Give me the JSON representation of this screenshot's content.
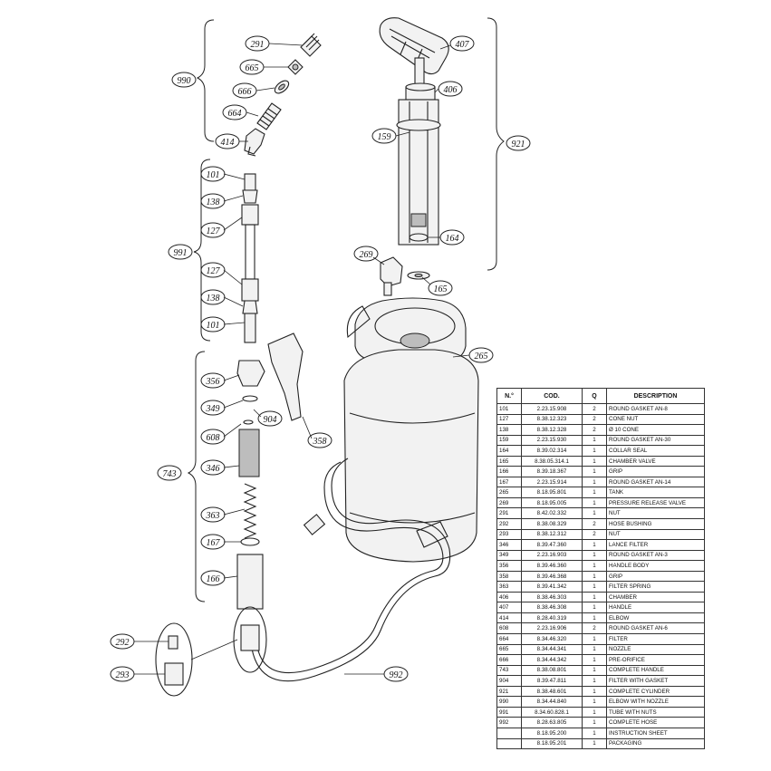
{
  "diagram": {
    "callouts": [
      {
        "label": "291"
      },
      {
        "label": "665"
      },
      {
        "label": "666"
      },
      {
        "label": "664"
      },
      {
        "label": "414"
      },
      {
        "label": "990"
      },
      {
        "label": "407"
      },
      {
        "label": "406"
      },
      {
        "label": "159"
      },
      {
        "label": "921"
      },
      {
        "label": "164"
      },
      {
        "label": "269"
      },
      {
        "label": "165"
      },
      {
        "label": "101"
      },
      {
        "label": "138"
      },
      {
        "label": "127"
      },
      {
        "label": "991"
      },
      {
        "label": "127"
      },
      {
        "label": "138"
      },
      {
        "label": "101"
      },
      {
        "label": "265"
      },
      {
        "label": "356"
      },
      {
        "label": "349"
      },
      {
        "label": "904"
      },
      {
        "label": "608"
      },
      {
        "label": "358"
      },
      {
        "label": "346"
      },
      {
        "label": "743"
      },
      {
        "label": "363"
      },
      {
        "label": "167"
      },
      {
        "label": "166"
      },
      {
        "label": "292"
      },
      {
        "label": "293"
      },
      {
        "label": "992"
      }
    ]
  },
  "table": {
    "headers": {
      "no": "N.°",
      "cod": "COD.",
      "q": "Q",
      "desc": "DESCRIPTION"
    },
    "rows": [
      {
        "no": "101",
        "cod": "2.23.15.908",
        "q": "2",
        "desc": "ROUND GASKET AN-8"
      },
      {
        "no": "127",
        "cod": "8.38.12.323",
        "q": "2",
        "desc": "CONE NUT"
      },
      {
        "no": "138",
        "cod": "8.38.12.328",
        "q": "2",
        "desc": "Ø 10 CONE"
      },
      {
        "no": "159",
        "cod": "2.23.15.930",
        "q": "1",
        "desc": "ROUND GASKET AN-30"
      },
      {
        "no": "164",
        "cod": "8.39.02.314",
        "q": "1",
        "desc": "COLLAR SEAL"
      },
      {
        "no": "165",
        "cod": "8.38.05.314.1",
        "q": "1",
        "desc": "CHAMBER VALVE"
      },
      {
        "no": "166",
        "cod": "8.39.18.367",
        "q": "1",
        "desc": "GRIP"
      },
      {
        "no": "167",
        "cod": "2.23.15.914",
        "q": "1",
        "desc": "ROUND GASKET AN-14"
      },
      {
        "no": "265",
        "cod": "8.18.95.801",
        "q": "1",
        "desc": "TANK"
      },
      {
        "no": "269",
        "cod": "8.18.95.005",
        "q": "1",
        "desc": "PRESSURE RELEASE VALVE"
      },
      {
        "no": "291",
        "cod": "8.42.02.332",
        "q": "1",
        "desc": "NUT"
      },
      {
        "no": "292",
        "cod": "8.38.08.329",
        "q": "2",
        "desc": "HOSE BUSHING"
      },
      {
        "no": "293",
        "cod": "8.38.12.312",
        "q": "2",
        "desc": "NUT"
      },
      {
        "no": "346",
        "cod": "8.39.47.360",
        "q": "1",
        "desc": "LANCE FILTER"
      },
      {
        "no": "349",
        "cod": "2.23.16.903",
        "q": "1",
        "desc": "ROUND GASKET AN-3"
      },
      {
        "no": "356",
        "cod": "8.39.46.360",
        "q": "1",
        "desc": "HANDLE BODY"
      },
      {
        "no": "358",
        "cod": "8.39.46.368",
        "q": "1",
        "desc": "GRIP"
      },
      {
        "no": "363",
        "cod": "8.39.41.342",
        "q": "1",
        "desc": "FILTER SPRING"
      },
      {
        "no": "406",
        "cod": "8.38.46.303",
        "q": "1",
        "desc": "CHAMBER"
      },
      {
        "no": "407",
        "cod": "8.38.46.308",
        "q": "1",
        "desc": "HANDLE"
      },
      {
        "no": "414",
        "cod": "8.28.40.319",
        "q": "1",
        "desc": "ELBOW"
      },
      {
        "no": "608",
        "cod": "2.23.16.906",
        "q": "2",
        "desc": "ROUND GASKET AN-6"
      },
      {
        "no": "664",
        "cod": "8.34.46.320",
        "q": "1",
        "desc": "FILTER"
      },
      {
        "no": "665",
        "cod": "8.34.44.341",
        "q": "1",
        "desc": "NOZZLE"
      },
      {
        "no": "666",
        "cod": "8.34.44.342",
        "q": "1",
        "desc": "PRE-ORIFICE"
      },
      {
        "no": "743",
        "cod": "8.38.08.801",
        "q": "1",
        "desc": "COMPLETE HANDLE"
      },
      {
        "no": "904",
        "cod": "8.39.47.811",
        "q": "1",
        "desc": "FILTER WITH GASKET"
      },
      {
        "no": "921",
        "cod": "8.38.48.601",
        "q": "1",
        "desc": "COMPLETE CYLINDER"
      },
      {
        "no": "990",
        "cod": "8.34.44.840",
        "q": "1",
        "desc": "ELBOW WITH NOZZLE"
      },
      {
        "no": "991",
        "cod": "8.34.60.828.1",
        "q": "1",
        "desc": "TUBE WITH NUTS"
      },
      {
        "no": "992",
        "cod": "8.28.63.805",
        "q": "1",
        "desc": "COMPLETE HOSE"
      },
      {
        "no": "",
        "cod": "8.18.95.200",
        "q": "1",
        "desc": "INSTRUCTION SHEET"
      },
      {
        "no": "",
        "cod": "8.18.95.201",
        "q": "1",
        "desc": "PACKAGING"
      }
    ]
  }
}
